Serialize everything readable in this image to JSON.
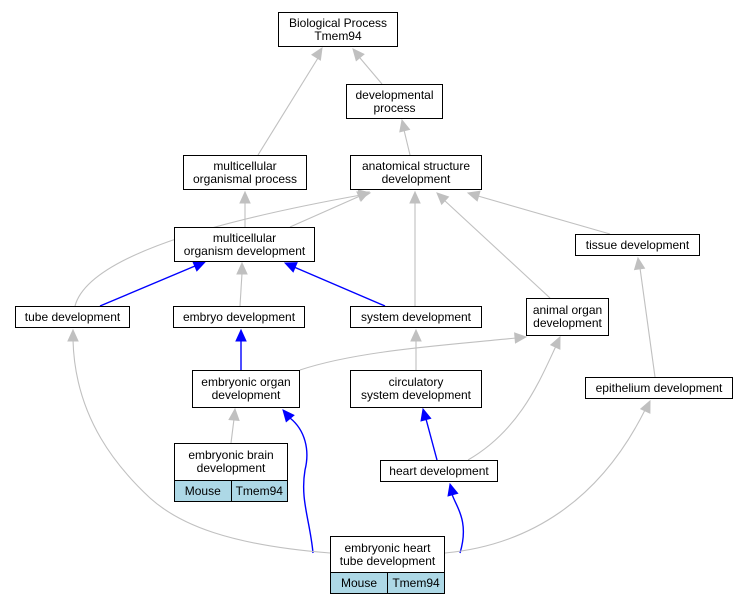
{
  "colors": {
    "gray_edge": "#c0c0c0",
    "blue_edge": "#0000ff",
    "tag_fill": "#add8e6",
    "node_border": "#000000"
  },
  "nodes": {
    "bio_process": "Biological Process\nTmem94",
    "developmental": "developmental\nprocess",
    "multicellular_process": "multicellular\norganismal process",
    "anatomical": "anatomical structure\ndevelopment",
    "multicellular_dev": "multicellular\norganism development",
    "tissue": "tissue development",
    "tube": "tube development",
    "embryo": "embryo development",
    "system": "system development",
    "animal_organ": "animal organ\ndevelopment",
    "embryonic_organ": "embryonic organ\ndevelopment",
    "circulatory": "circulatory\nsystem development",
    "epithelium": "epithelium development",
    "embryonic_brain": "embryonic brain\ndevelopment",
    "heart": "heart development",
    "embryonic_heart_tube": "embryonic heart\ntube development"
  },
  "tags": {
    "embryonic_brain": [
      "Mouse",
      "Tmem94"
    ],
    "embryonic_heart_tube": [
      "Mouse",
      "Tmem94"
    ]
  }
}
